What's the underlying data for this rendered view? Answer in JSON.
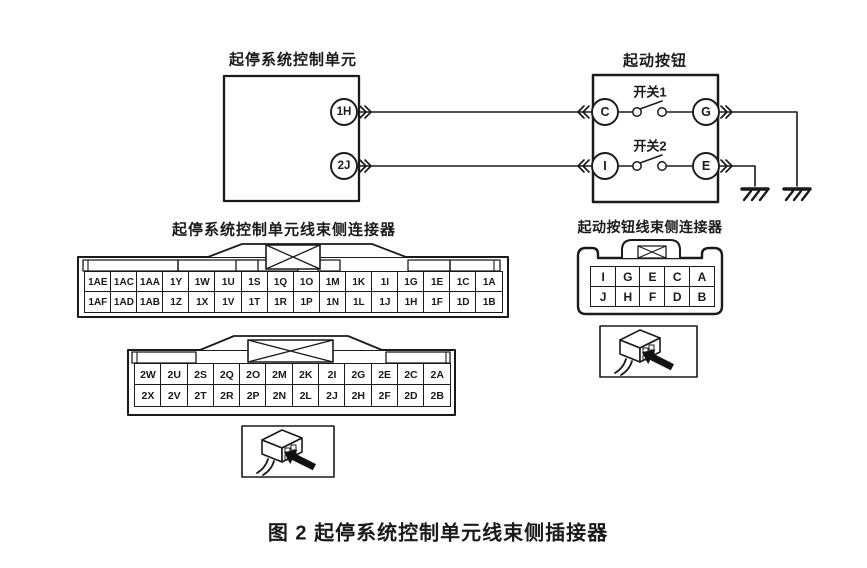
{
  "figure": {
    "caption": "图 2 起停系统控制单元线束侧插接器"
  },
  "schematic": {
    "control_unit": {
      "title": "起停系统控制单元",
      "pins": {
        "top": "1H",
        "bottom": "2J"
      }
    },
    "start_button": {
      "title": "起动按钮",
      "switch1": "开关1",
      "switch2": "开关2",
      "pins": {
        "row1_left": "C",
        "row1_right": "G",
        "row2_left": "I",
        "row2_right": "E"
      }
    }
  },
  "connectors": {
    "control_unit_harness": {
      "title": "起停系统控制单元线束侧连接器",
      "block1": {
        "row1": [
          "1AE",
          "1AC",
          "1AA",
          "1Y",
          "1W",
          "1U",
          "1S",
          "1Q",
          "1O",
          "1M",
          "1K",
          "1I",
          "1G",
          "1E",
          "1C",
          "1A"
        ],
        "row2": [
          "1AF",
          "1AD",
          "1AB",
          "1Z",
          "1X",
          "1V",
          "1T",
          "1R",
          "1P",
          "1N",
          "1L",
          "1J",
          "1H",
          "1F",
          "1D",
          "1B"
        ]
      },
      "block2": {
        "row1": [
          "2W",
          "2U",
          "2S",
          "2Q",
          "2O",
          "2M",
          "2K",
          "2I",
          "2G",
          "2E",
          "2C",
          "2A"
        ],
        "row2": [
          "2X",
          "2V",
          "2T",
          "2R",
          "2P",
          "2N",
          "2L",
          "2J",
          "2H",
          "2F",
          "2D",
          "2B"
        ]
      }
    },
    "start_button_harness": {
      "title": "起动按钮线束侧连接器",
      "row1": [
        "I",
        "G",
        "E",
        "C",
        "A"
      ],
      "row2": [
        "J",
        "H",
        "F",
        "D",
        "B"
      ]
    }
  },
  "colors": {
    "line": "#1a1a1a",
    "background": "#ffffff"
  }
}
